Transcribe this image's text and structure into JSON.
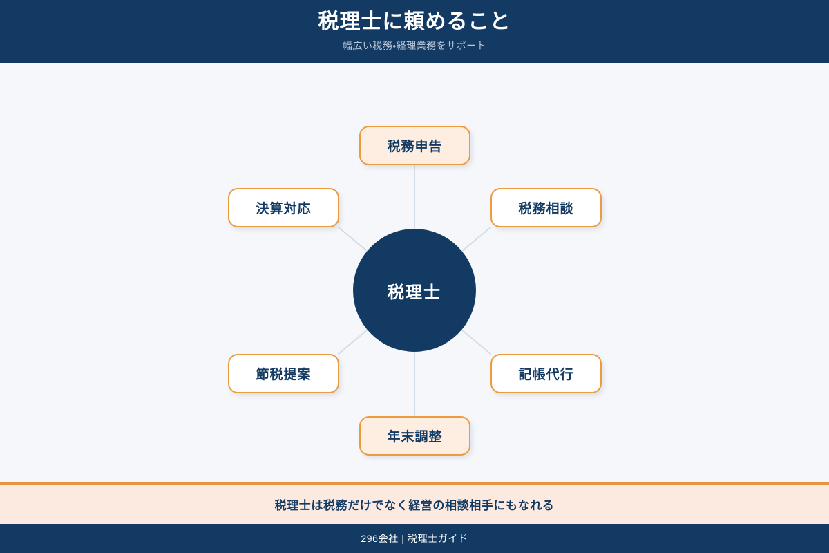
{
  "header": {
    "title": "税理士に頼めること",
    "subtitle": "幅広い税務・経理業務をサポート"
  },
  "diagram": {
    "hub": {
      "label": "税理士"
    },
    "nodes": [
      {
        "label": "税務申告",
        "position": "top",
        "style": "accent"
      },
      {
        "label": "税務相談",
        "position": "top-right",
        "style": "plain"
      },
      {
        "label": "記帳代行",
        "position": "bottom-right",
        "style": "plain"
      },
      {
        "label": "年末調整",
        "position": "bottom",
        "style": "accent"
      },
      {
        "label": "節税提案",
        "position": "bottom-left",
        "style": "plain"
      },
      {
        "label": "決算対応",
        "position": "top-left",
        "style": "plain"
      }
    ]
  },
  "banner": {
    "text": "税理士は税務だけでなく経営の相談相手にもなれる"
  },
  "footer": {
    "text": "296会社 | 税理士ガイド"
  },
  "colors": {
    "navy": "#123a63",
    "orange": "#ed9b3f",
    "accent_fill": "#fdeee1",
    "banner_fill": "#fceae0",
    "banner_rule": "#e8943c",
    "canvas_bg": "#f5f7fb",
    "connector": "#d3dde8",
    "subtitle": "#b9c6d6"
  }
}
